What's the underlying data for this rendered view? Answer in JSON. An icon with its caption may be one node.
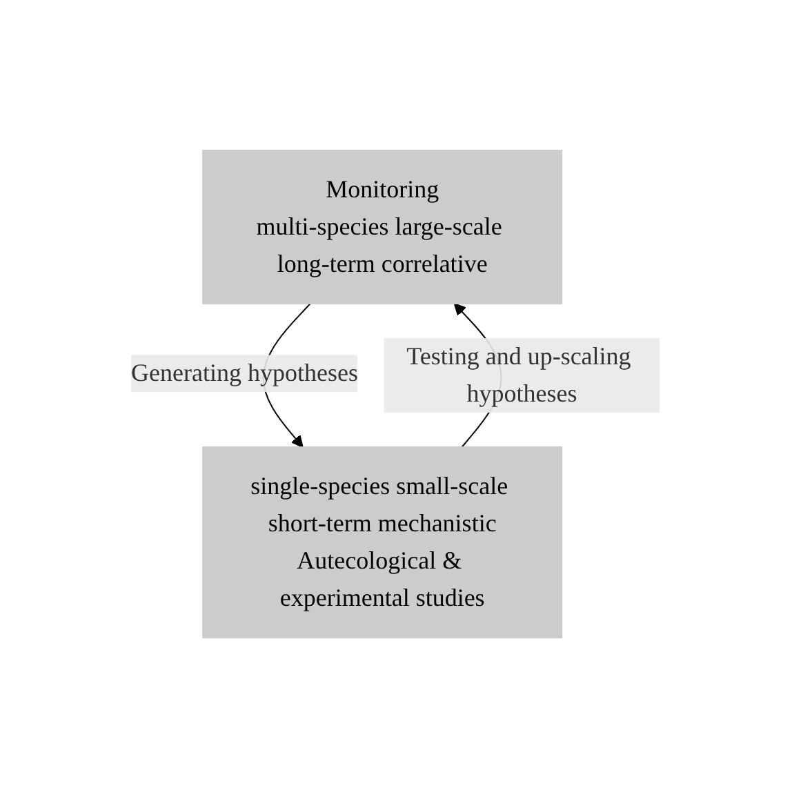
{
  "diagram": {
    "nodes": [
      {
        "text": [
          "Monitoring",
          "multi-species large-scale long-term correlative"
        ]
      },
      {
        "text": [
          "single-species small-scale short-term mechanistic",
          "Autecological & experimental studies"
        ]
      }
    ],
    "edges": [
      {
        "from": 0,
        "to": 1,
        "arrow": "to",
        "label": "Generating hypotheses"
      },
      {
        "from": 1,
        "to": 0,
        "arrow": "to",
        "label": "Testing and up-scaling hypotheses"
      }
    ]
  }
}
